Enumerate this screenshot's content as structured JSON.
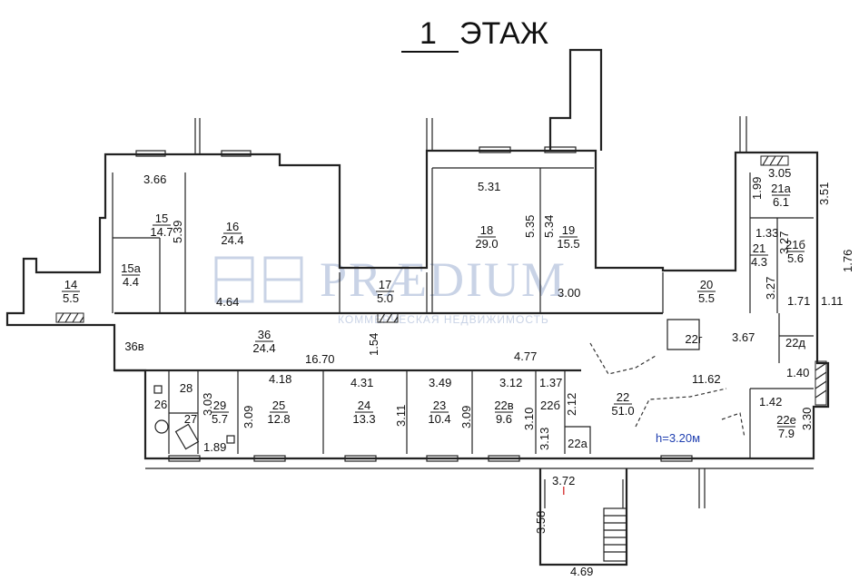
{
  "title": {
    "floor_number": "1",
    "floor_word": "ЭТАЖ"
  },
  "watermark": {
    "brand": "PRÆDIUM",
    "tagline": "КОММЕРЧЕСКАЯ НЕДВИЖИМОСТЬ"
  },
  "ceiling_height": "h=3.20м",
  "entrance_mark": "I",
  "rooms": [
    {
      "id": "14",
      "area": "5.5"
    },
    {
      "id": "15а",
      "area": "4.4"
    },
    {
      "id": "15",
      "area": "14.7"
    },
    {
      "id": "16",
      "area": "24.4"
    },
    {
      "id": "17",
      "area": "5.0"
    },
    {
      "id": "18",
      "area": "29.0"
    },
    {
      "id": "19",
      "area": "15.5"
    },
    {
      "id": "20",
      "area": "5.5"
    },
    {
      "id": "21а",
      "area": "6.1"
    },
    {
      "id": "21б",
      "area": "5.6"
    },
    {
      "id": "21",
      "area": "4.3"
    },
    {
      "id": "36",
      "area": "24.4"
    },
    {
      "id": "36в",
      "area": ""
    },
    {
      "id": "28",
      "area": ""
    },
    {
      "id": "26",
      "area": ""
    },
    {
      "id": "27",
      "area": ""
    },
    {
      "id": "29",
      "area": "5.7"
    },
    {
      "id": "25",
      "area": "12.8"
    },
    {
      "id": "24",
      "area": "13.3"
    },
    {
      "id": "23",
      "area": "10.4"
    },
    {
      "id": "22в",
      "area": "9.6"
    },
    {
      "id": "22б",
      "area": ""
    },
    {
      "id": "22а",
      "area": ""
    },
    {
      "id": "22",
      "area": "51.0"
    },
    {
      "id": "22г",
      "area": ""
    },
    {
      "id": "22д",
      "area": ""
    },
    {
      "id": "22е",
      "area": "7.9"
    }
  ],
  "dimensions": [
    "3.66",
    "5.39",
    "4.64",
    "5.31",
    "5.35",
    "5.34",
    "3.00",
    "3.05",
    "1.99",
    "3.51",
    "1.33",
    "3.27",
    "1.76",
    "1.71",
    "1.11",
    "3.27",
    "16.70",
    "1.54",
    "4.77",
    "3.67",
    "11.62",
    "4.18",
    "4.31",
    "3.49",
    "3.12",
    "1.37",
    "2.12",
    "3.03",
    "3.09",
    "3.11",
    "3.09",
    "3.10",
    "3.13",
    "1.89",
    "1.40",
    "1.42",
    "3.30",
    "3.72",
    "3.58",
    "4.69"
  ]
}
